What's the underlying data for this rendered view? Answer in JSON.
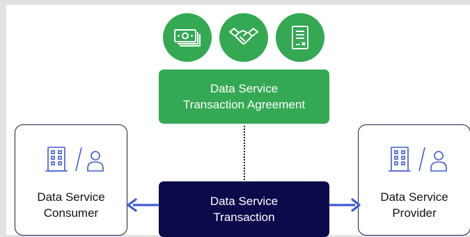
{
  "icons": {
    "top": [
      "money-icon",
      "handshake-icon",
      "contract-icon"
    ],
    "party": [
      "building-icon",
      "person-icon"
    ]
  },
  "agreement_box": {
    "line1": "Data Service",
    "line2": "Transaction Agreement"
  },
  "transaction_box": {
    "line1": "Data Service",
    "line2": "Transaction"
  },
  "consumer_box": {
    "line1": "Data Service",
    "line2": "Consumer"
  },
  "provider_box": {
    "line1": "Data Service",
    "line2": "Provider"
  },
  "colors": {
    "green": "#34a853",
    "navy": "#0c0a4a",
    "arrow_blue": "#3c5ad6",
    "party_border": "#1a1a4a"
  }
}
